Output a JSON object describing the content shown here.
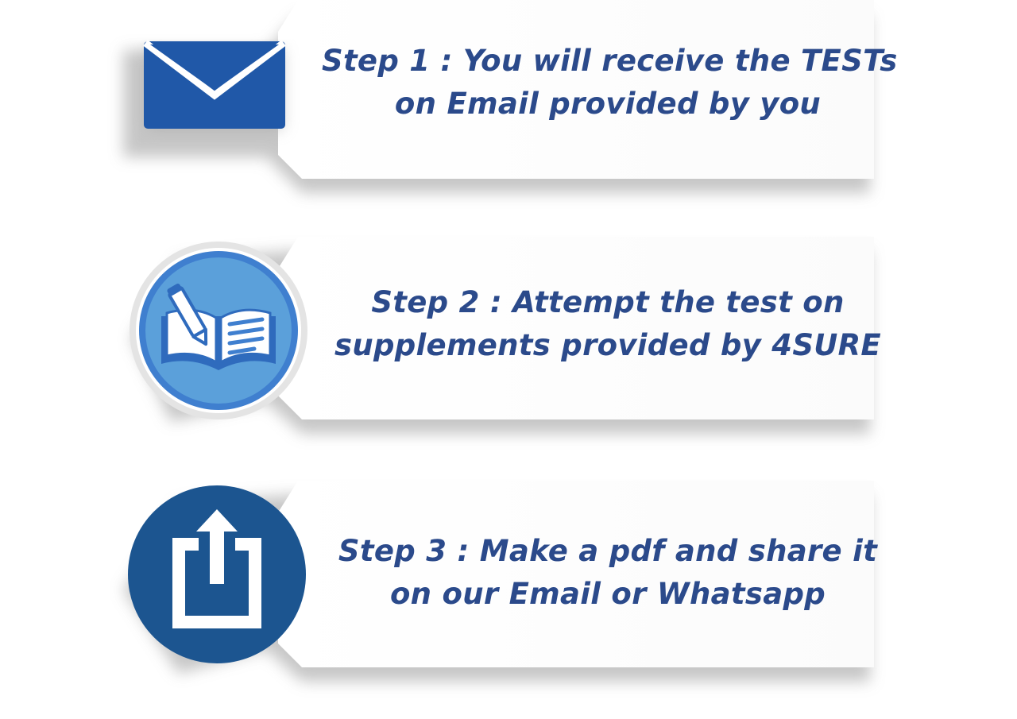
{
  "steps": [
    {
      "icon": "envelope-icon",
      "lines": [
        "Step 1 : You will receive the TESTs",
        "on Email provided by you"
      ]
    },
    {
      "icon": "book-pencil-icon",
      "lines": [
        "Step 2 : Attempt the test on",
        "supplements provided by 4SURE"
      ]
    },
    {
      "icon": "share-upload-icon",
      "lines": [
        "Step 3 : Make a pdf and share it",
        "on our Email or Whatsapp"
      ]
    }
  ],
  "colors": {
    "text": "#2b4a8b",
    "envelope": "#2058a8",
    "book_circle": "#5ba0da",
    "share_circle": "#1c5590",
    "card": "#ffffff",
    "shadow": "#c9c9c9"
  }
}
